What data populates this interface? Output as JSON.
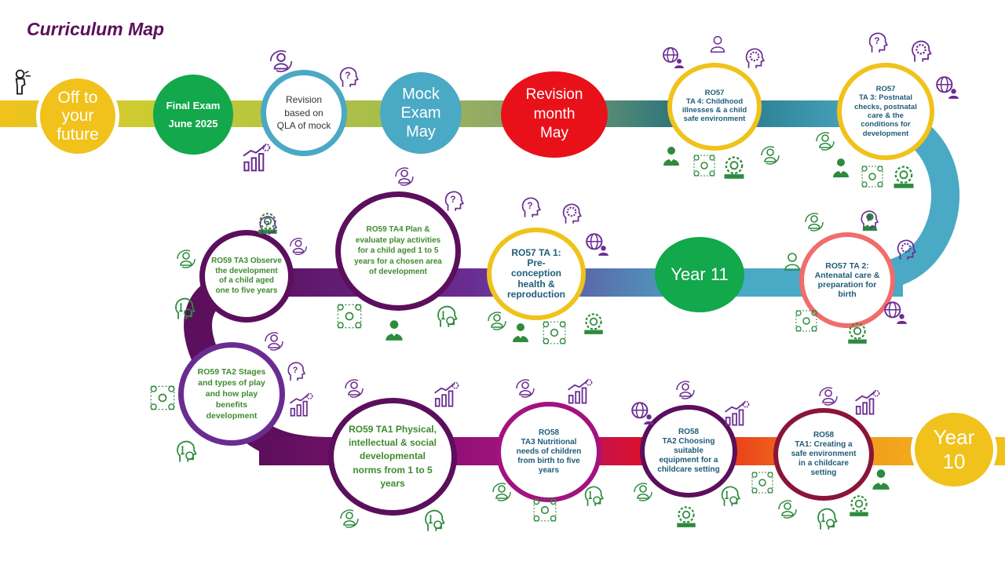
{
  "page": {
    "title": "Curriculum Map"
  },
  "nodes": [
    {
      "id": "off-to-your-future",
      "text": "Off to your future"
    },
    {
      "id": "final-exam",
      "text": "Final Exam\nJune 2025"
    },
    {
      "id": "revision-qla",
      "text": "Revision based on QLA of mock"
    },
    {
      "id": "mock-exam",
      "text": "Mock Exam\nMay"
    },
    {
      "id": "revision-month",
      "text": "Revision month\nMay"
    },
    {
      "id": "ro57-ta4",
      "text": "RO57\nTA 4: Childhood illnesses & a child safe environment"
    },
    {
      "id": "ro57-ta3",
      "text": "RO57\nTA 3: Postnatal checks, postnatal care & the conditions for development"
    },
    {
      "id": "ro57-ta2",
      "text": "RO57 TA 2:\nAntenatal care & preparation for birth"
    },
    {
      "id": "year-11",
      "text": "Year 11"
    },
    {
      "id": "ro57-ta1",
      "text": "RO57 TA 1:\nPre-conception health & reproduction"
    },
    {
      "id": "ro59-ta4",
      "text": "RO59 TA4 Plan & evaluate play activities for a child aged 1 to 5 years for a chosen area of development"
    },
    {
      "id": "ro59-ta3",
      "text": "RO59 TA3 Observe the development of a child aged one to five years"
    },
    {
      "id": "ro59-ta2",
      "text": "RO59 TA2 Stages and types of play and how play benefits development"
    },
    {
      "id": "ro59-ta1",
      "text": "RO59 TA1 Physical, intellectual & social developmental norms from 1 to 5 years"
    },
    {
      "id": "ro58-ta3",
      "text": "RO58\nTA3 Nutritional needs of children from birth to five years"
    },
    {
      "id": "ro58-ta2",
      "text": "RO58\nTA2 Choosing suitable equipment for a childcare setting"
    },
    {
      "id": "ro58-ta1",
      "text": "RO58\nTA1: Creating a safe environment in a childcare setting"
    },
    {
      "id": "year-10",
      "text": "Year 10"
    }
  ],
  "colors": {
    "title": "#5b0f5c",
    "gold": "#f1c21b",
    "green": "#12a84b",
    "teal": "#4aa9c4",
    "red": "#e8111a",
    "purple": "#5b0f5c",
    "magenta": "#a3127f",
    "coral": "#f06d6b",
    "lime": "#c8cc33",
    "violet": "#8a2c91",
    "iconPurple": "#6a2c91",
    "iconGreen": "#2e8b3e"
  },
  "icons": [
    "question-head-icon",
    "brain-gear-icon",
    "globe-people-icon",
    "growth-chart-icon",
    "person-cycle-icon",
    "person-profile-icon",
    "network-people-icon",
    "chess-head-icon",
    "mind-gear-icon",
    "leader-icon",
    "profile-silhouette-icon"
  ]
}
